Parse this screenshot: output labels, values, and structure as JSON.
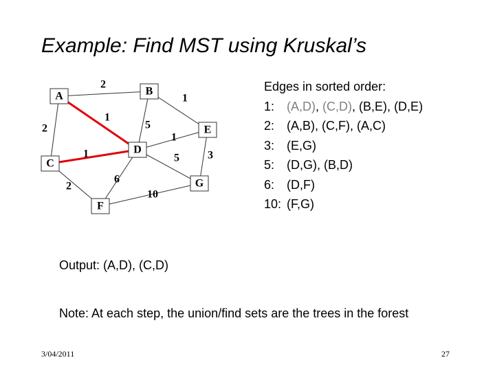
{
  "title": "Example: Find MST using Kruskal’s",
  "graph": {
    "nodes": [
      "A",
      "B",
      "C",
      "D",
      "E",
      "F",
      "G"
    ],
    "edges": [
      {
        "u": "A",
        "v": "B",
        "weight": "2",
        "highlight": false
      },
      {
        "u": "A",
        "v": "D",
        "weight": "1",
        "highlight": true
      },
      {
        "u": "A",
        "v": "C",
        "weight": "2",
        "highlight": false
      },
      {
        "u": "B",
        "v": "D",
        "weight": "5",
        "highlight": false
      },
      {
        "u": "B",
        "v": "E",
        "weight": "1",
        "highlight": false
      },
      {
        "u": "C",
        "v": "D",
        "weight": "1",
        "highlight": true
      },
      {
        "u": "C",
        "v": "F",
        "weight": "2",
        "highlight": false
      },
      {
        "u": "D",
        "v": "E",
        "weight": "1",
        "highlight": false
      },
      {
        "u": "D",
        "v": "G",
        "weight": "5",
        "highlight": false
      },
      {
        "u": "D",
        "v": "F",
        "weight": "6",
        "highlight": false
      },
      {
        "u": "E",
        "v": "G",
        "weight": "3",
        "highlight": false
      },
      {
        "u": "F",
        "v": "G",
        "weight": "10",
        "highlight": false
      }
    ],
    "edge_color": "#333333",
    "highlight_color": "#e0000a"
  },
  "sorted_edges": {
    "heading": "Edges in sorted order:",
    "rows": [
      {
        "weight": "1:",
        "items": [
          {
            "text": "(A,D)",
            "gray": true
          },
          {
            "text": "(C,D)",
            "gray": true
          },
          {
            "text": "(B,E)",
            "gray": false
          },
          {
            "text": "(D,E)",
            "gray": false
          }
        ]
      },
      {
        "weight": "2:",
        "items": [
          {
            "text": "(A,B)",
            "gray": false
          },
          {
            "text": "(C,F)",
            "gray": false
          },
          {
            "text": "(A,C)",
            "gray": false
          }
        ]
      },
      {
        "weight": "3:",
        "items": [
          {
            "text": "(E,G)",
            "gray": false
          }
        ]
      },
      {
        "weight": "5:",
        "items": [
          {
            "text": "(D,G)",
            "gray": false
          },
          {
            "text": "(B,D)",
            "gray": false
          }
        ]
      },
      {
        "weight": "6:",
        "items": [
          {
            "text": "(D,F)",
            "gray": false
          }
        ]
      },
      {
        "weight": "10:",
        "items": [
          {
            "text": "(F,G)",
            "gray": false
          }
        ]
      }
    ],
    "gray_color": "#808080"
  },
  "output": "Output: (A,D), (C,D)",
  "note": "Note: At each step, the union/find sets are the trees in the forest",
  "footer": {
    "date": "3/04/2011",
    "page": "27"
  }
}
